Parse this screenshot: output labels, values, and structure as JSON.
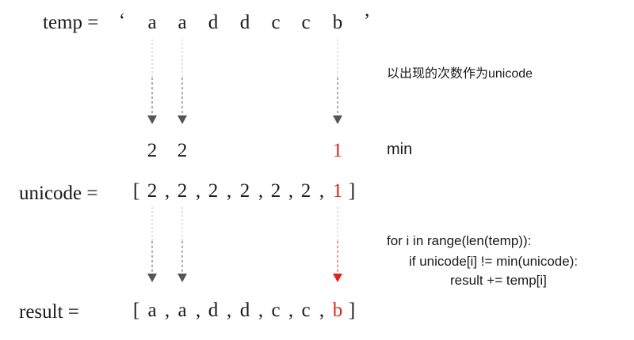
{
  "labels": {
    "temp": "temp =",
    "unicode": "unicode =",
    "result": "result ="
  },
  "quote_open": "‘",
  "quote_close": "’",
  "bracket_open": "[",
  "bracket_close": "]",
  "comma": ",",
  "temp_chars": [
    "a",
    "a",
    "d",
    "d",
    "c",
    "c",
    "b"
  ],
  "counts_row": [
    {
      "col": 0,
      "value": "2"
    },
    {
      "col": 1,
      "value": "2"
    },
    {
      "col": 6,
      "value": "1"
    }
  ],
  "unicode_values": [
    "2",
    "2",
    "2",
    "2",
    "2",
    "2",
    "1"
  ],
  "result_chars": [
    "a",
    "a",
    "d",
    "d",
    "c",
    "c",
    "b"
  ],
  "highlight_index": 6,
  "annotation": "以出现的次数作为unicode",
  "min_label": "min",
  "code_lines": [
    "for i  in range(len(temp)):",
    "if unicode[i] != min(unicode):",
    "result += temp[i]"
  ],
  "colors": {
    "text": "#1a1a1a",
    "highlight": "#e2231a",
    "arrow": "#555555",
    "dash_light": "#bbbbbb",
    "dash_red": "#f0a0a0"
  }
}
